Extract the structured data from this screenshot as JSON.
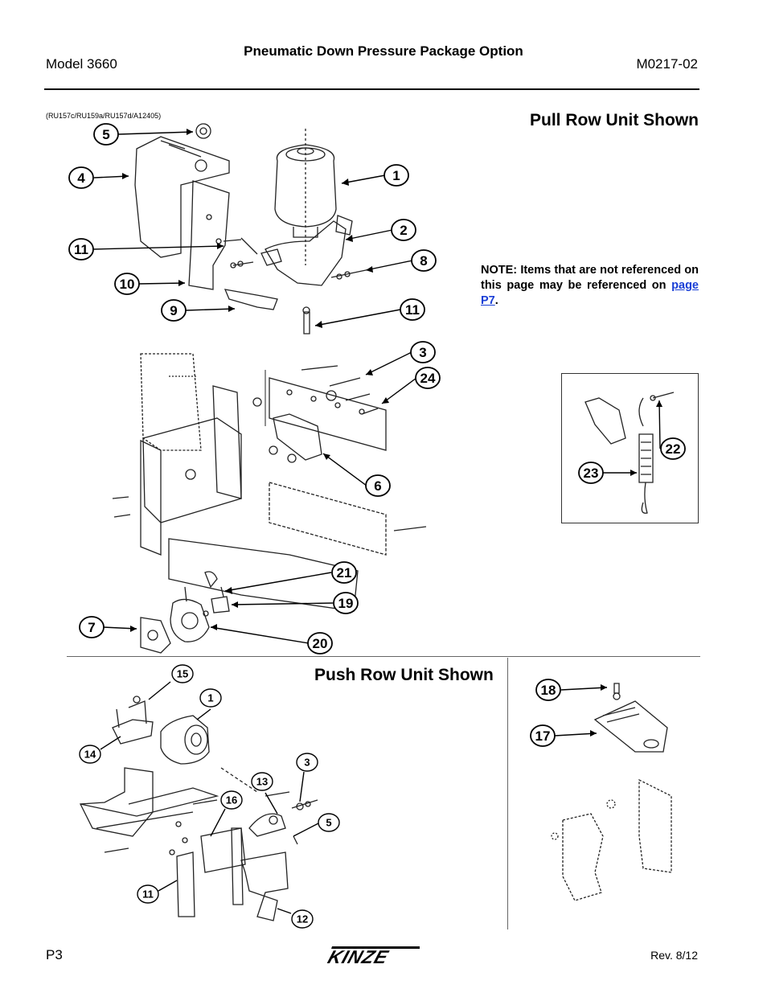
{
  "header": {
    "model": "Model 3660",
    "title": "Pneumatic Down Pressure Package Option",
    "doc_number": "M0217-02"
  },
  "figure_ref": "(RU157c/RU159a/RU157d/A12405)",
  "pull_section": {
    "title": "Pull Row Unit Shown",
    "callouts": [
      "5",
      "4",
      "1",
      "2",
      "11",
      "8",
      "10",
      "9",
      "11",
      "3",
      "24",
      "6",
      "21",
      "19",
      "7",
      "20"
    ],
    "inset_callouts": [
      "22",
      "23"
    ]
  },
  "note": {
    "text": "NOTE: Items that are not referenced on this page may be referenced on ",
    "link": "page P7",
    "end": "."
  },
  "push_section": {
    "title": "Push Row Unit Shown",
    "callouts": [
      "15",
      "1",
      "14",
      "3",
      "13",
      "16",
      "5",
      "11",
      "12"
    ],
    "inset_callouts": [
      "18",
      "17"
    ]
  },
  "footer": {
    "page": "P3",
    "logo_text": "KINZE",
    "revision": "Rev. 8/12"
  }
}
